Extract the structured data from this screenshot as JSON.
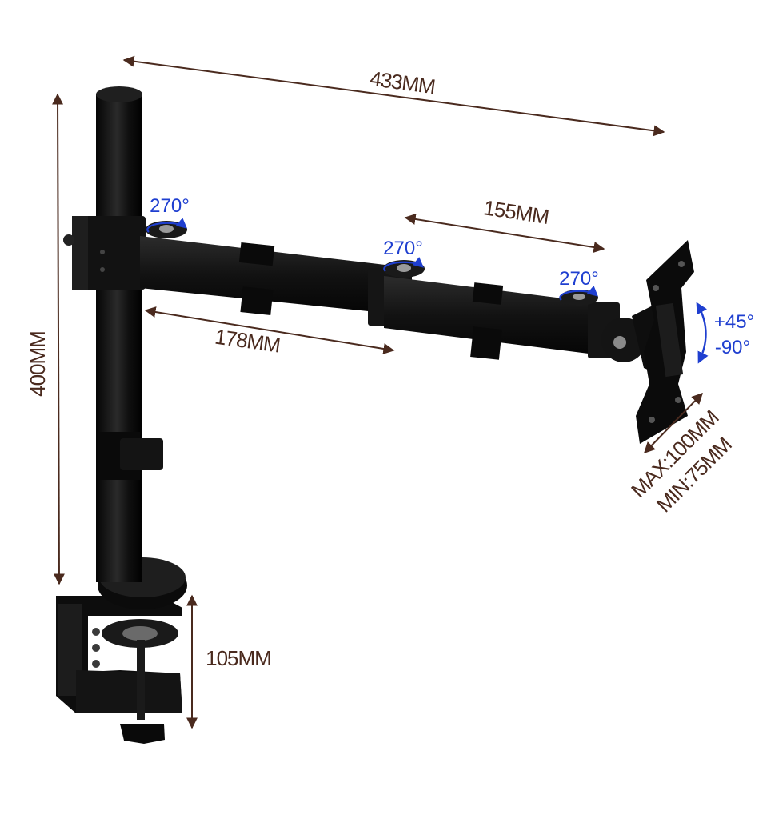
{
  "dimensions": {
    "total_reach": "433MM",
    "height": "400MM",
    "inner_arm": "178MM",
    "outer_arm": "155MM",
    "clamp": "105MM",
    "vesa_max": "MAX:100MM",
    "vesa_min": "MIN:75MM"
  },
  "rotations": {
    "pole_joint": "270°",
    "middle_joint": "270°",
    "head_joint": "270°",
    "tilt_up": "+45°",
    "tilt_down": "-90°"
  },
  "colors": {
    "dimension": "#4a2a1e",
    "rotation": "#1f3fd0",
    "metal": "#111111"
  }
}
